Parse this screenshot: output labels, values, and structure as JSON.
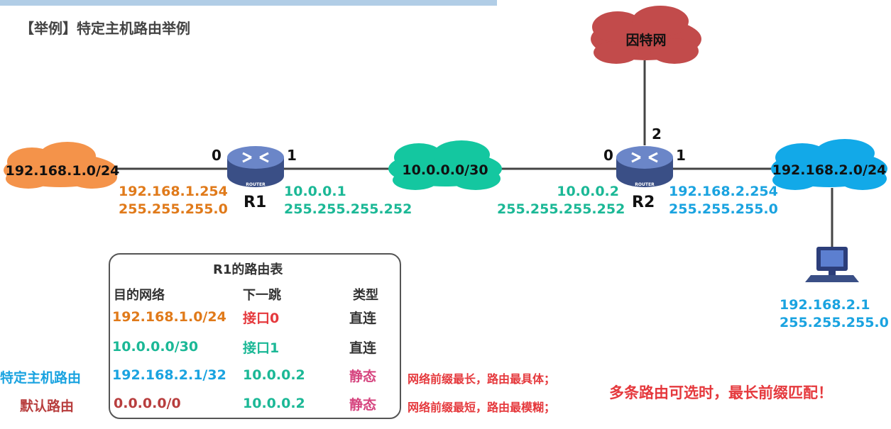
{
  "heading": "【举例】特定主机路由举例",
  "colors": {
    "orange": "#e07a1a",
    "teal": "#1bb896",
    "blue": "#1aa3e0",
    "red": "#e5393d",
    "internet": "#c24b4b",
    "router": "#4a66a8"
  },
  "network": {
    "net_left": "192.168.1.0/24",
    "net_mid": "10.0.0.0/30",
    "net_right": "192.168.2.0/24",
    "internet": "因特网",
    "r1": {
      "name": "R1",
      "port_left": "0",
      "port_right": "1",
      "badge": "ROUTER"
    },
    "r2": {
      "name": "R2",
      "port_left": "0",
      "port_right": "1",
      "port_top": "2",
      "badge": "ROUTER"
    },
    "r1_if0": {
      "ip": "192.168.1.254",
      "mask": "255.255.255.0"
    },
    "r1_if1": {
      "ip": "10.0.0.1",
      "mask": "255.255.255.252"
    },
    "r2_if0": {
      "ip": "10.0.0.2",
      "mask": "255.255.255.252"
    },
    "r2_if1": {
      "ip": "192.168.2.254",
      "mask": "255.255.255.0"
    },
    "host": {
      "ip": "192.168.2.1",
      "mask": "255.255.255.0"
    }
  },
  "routing_table": {
    "title": "R1的路由表",
    "headers": {
      "dest": "目的网络",
      "next": "下一跳",
      "type": "类型"
    },
    "rows": [
      {
        "dest": "192.168.1.0/24",
        "next": "接口0",
        "type": "直连"
      },
      {
        "dest": "10.0.0.0/30",
        "next": "接口1",
        "type": "直连"
      },
      {
        "dest": "192.168.2.1/32",
        "next": "10.0.0.2",
        "type": "静态"
      },
      {
        "dest": "0.0.0.0/0",
        "next": "10.0.0.2",
        "type": "静态"
      }
    ]
  },
  "labels": {
    "host_route": "特定主机路由",
    "default_route": "默认路由"
  },
  "notes": {
    "longest": "网络前缀最长，路由最具体；",
    "shortest": "网络前缀最短，路由最模糊；",
    "conclusion": "多条路由可选时，最长前缀匹配！"
  }
}
